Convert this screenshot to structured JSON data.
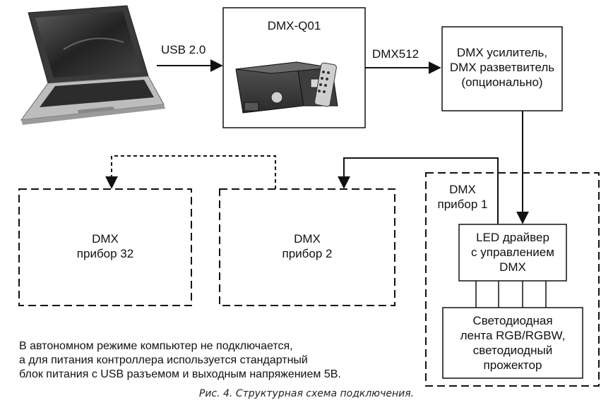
{
  "edges": {
    "usb": "USB 2.0",
    "dmx512": "DMX512"
  },
  "controller": {
    "title": "DMX-Q01"
  },
  "amplifier": {
    "lines": [
      "DMX усилитель,",
      "DMX разветвитель",
      "(опционально)"
    ]
  },
  "device1": {
    "lines": [
      "DMX",
      "прибор 1"
    ]
  },
  "device2": {
    "lines": [
      "DMX",
      "прибор 2"
    ]
  },
  "device32": {
    "lines": [
      "DMX",
      "прибор 32"
    ]
  },
  "driver": {
    "lines": [
      "LED драйвер",
      "с управлением",
      "DMX"
    ]
  },
  "strip": {
    "lines": [
      "Светодиодная",
      "лента RGB/RGBW,",
      "светодиодный",
      "прожектор"
    ]
  },
  "note": {
    "lines": [
      "В автономном режиме компьютер не подключается,",
      "а для питания контроллера используется стандартный",
      "блок питания с USB разъемом и выходным напряжением 5В."
    ]
  },
  "caption": "Рис. 4. Структурная схема подключения."
}
